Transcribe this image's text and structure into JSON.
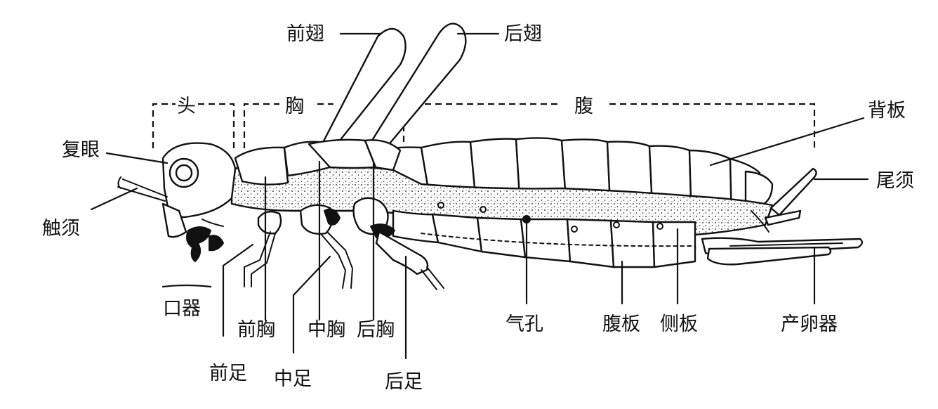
{
  "diagram": {
    "regions": {
      "head": "头",
      "thorax": "胸",
      "abdomen": "腹"
    },
    "labels": {
      "forewing": "前翅",
      "hindwing": "后翅",
      "compound_eye": "复眼",
      "antenna": "触须",
      "mouthparts": "口器",
      "prothorax": "前胸",
      "mesothorax": "中胸",
      "metathorax": "后胸",
      "foreleg": "前足",
      "midleg": "中足",
      "hindleg": "后足",
      "spiracle": "气孔",
      "sternite": "腹板",
      "pleurite": "侧板",
      "ovipositor": "产卵器",
      "tergite": "背板",
      "cercus": "尾须"
    }
  }
}
